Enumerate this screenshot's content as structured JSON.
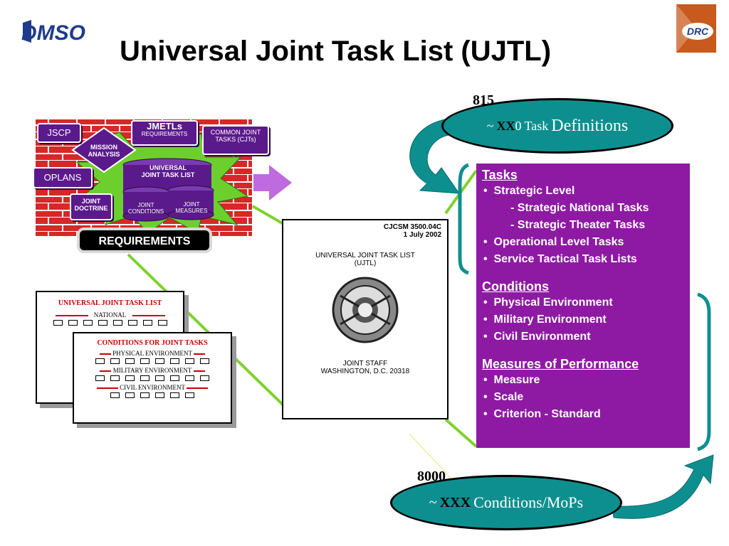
{
  "title": "Universal Joint Task List (UJTL)",
  "logo_text": "DMSO",
  "drc_logo_text": "DRC",
  "requirements_group": {
    "jscp": "JSCP",
    "jmetls": "JMETLs",
    "jmetls_sub": "REQUIREMENTS",
    "mission_analysis": "MISSION ANALYSIS",
    "common_joint_tasks": "COMMON JOINT TASKS (CJTs)",
    "oplans": "OPLANS",
    "universal_joint_task_list": "UNIVERSAL JOINT TASK LIST",
    "joint_doctrine": "JOINT DOCTRINE",
    "joint_conditions": "JOINT CONDITIONS",
    "joint_measures": "JOINT MEASURES",
    "requirements": "REQUIREMENTS"
  },
  "sheet_ujtl": {
    "header": "UNIVERSAL JOINT TASK LIST",
    "row1": "NATIONAL"
  },
  "sheet_conditions": {
    "header": "CONDITIONS FOR JOINT TASKS",
    "rows": [
      "PHYSICAL ENVIRONMENT",
      "MILITARY ENVIRONMENT",
      "CIVIL ENVIRONMENT"
    ]
  },
  "document": {
    "number": "CJCSM 3500.04C",
    "date": "1 July 2002",
    "title_line1": "UNIVERSAL JOINT TASK LIST",
    "title_line2": "(UJTL)",
    "issuer": "JOINT STAFF",
    "location": "WASHINGTON, D.C. 20318"
  },
  "top_oval": {
    "overwrite_number": "815",
    "prefix": "~",
    "placeholder": "XX",
    "zero": "0",
    "task_word": "Task",
    "definitions_word": "Definitions"
  },
  "bottom_oval": {
    "overwrite_number": "8000",
    "prefix": "~",
    "placeholder": "XXX",
    "text": "Conditions/MoPs"
  },
  "panel": {
    "tasks_heading": "Tasks",
    "tasks_items": [
      {
        "bullet": "•",
        "text": "Strategic Level"
      },
      {
        "bullet": "-",
        "text": "Strategic National Tasks",
        "sub": true
      },
      {
        "bullet": "-",
        "text": "Strategic Theater Tasks",
        "sub": true
      },
      {
        "bullet": "•",
        "text": "Operational Level Tasks"
      },
      {
        "bullet": "•",
        "text": "Service Tactical Task Lists"
      }
    ],
    "conditions_heading": "Conditions",
    "conditions_items": [
      "Physical Environment",
      "Military Environment",
      "Civil Environment"
    ],
    "mop_heading": "Measures of Performance",
    "mop_items": [
      "Measure",
      "Scale",
      "Criterion - Standard"
    ]
  },
  "colors": {
    "brick": "#d62828",
    "purple_panel": "#8e1aa3",
    "teal": "#0e8f8f",
    "green_star": "#6ccf2e",
    "green_line": "#7fd12e"
  }
}
